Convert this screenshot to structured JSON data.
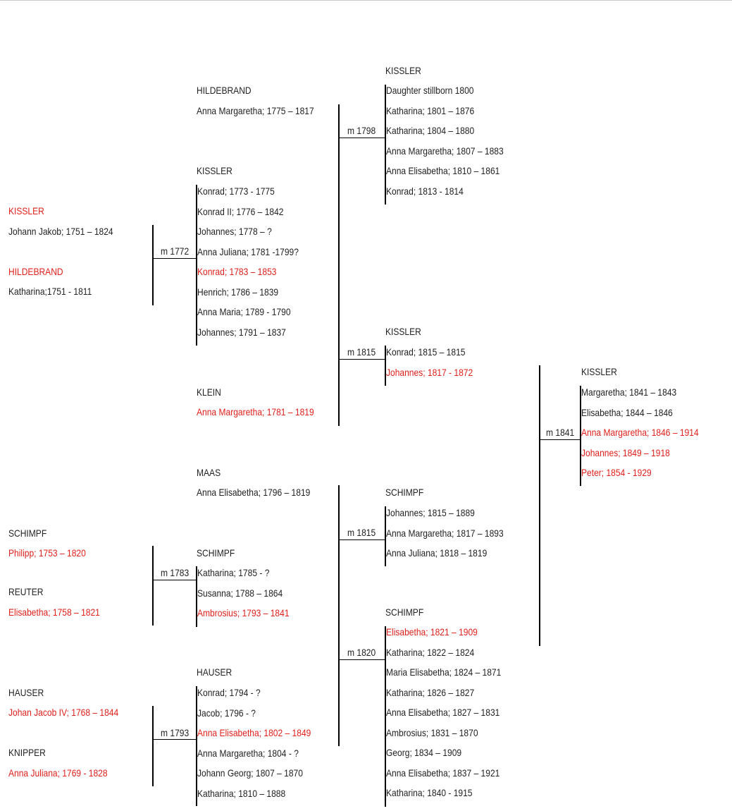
{
  "couples": [
    {
      "id": "kissler1772",
      "husband": {
        "surname": "KISSLER",
        "name": "Johann Jakob; 1751 – 1824",
        "surname_hl": true,
        "name_hl": false
      },
      "wife": {
        "surname": "HILDEBRAND",
        "name": "Katharina;1751 - 1811",
        "surname_hl": true,
        "name_hl": false
      },
      "marriage": "m 1772",
      "children_surname": "KISSLER",
      "children": [
        {
          "text": "Konrad; 1773 - 1775",
          "hl": false
        },
        {
          "text": "Konrad II; 1776 – 1842",
          "hl": false
        },
        {
          "text": "Johannes; 1778 – ?",
          "hl": false
        },
        {
          "text": "Anna Juliana; 1781 -1799?",
          "hl": false
        },
        {
          "text": "Konrad; 1783 – 1853",
          "hl": true
        },
        {
          "text": "Henrich; 1786 – 1839",
          "hl": false
        },
        {
          "text": "Anna Maria; 1789 - 1790",
          "hl": false
        },
        {
          "text": "Johannes; 1791 – 1837",
          "hl": false
        }
      ]
    },
    {
      "id": "schimpf1783",
      "husband": {
        "surname": "SCHIMPF",
        "name": "Philipp; 1753 – 1820",
        "surname_hl": false,
        "name_hl": true
      },
      "wife": {
        "surname": "REUTER",
        "name": "Elisabetha; 1758 – 1821",
        "surname_hl": false,
        "name_hl": true
      },
      "marriage": "m 1783",
      "children_surname": "SCHIMPF",
      "children": [
        {
          "text": "Katharina; 1785 - ?",
          "hl": false
        },
        {
          "text": "Susanna; 1788 – 1864",
          "hl": false
        },
        {
          "text": "Ambrosius; 1793 – 1841",
          "hl": true
        }
      ]
    },
    {
      "id": "hauser1793",
      "husband": {
        "surname": "HAUSER",
        "name": "Johan Jacob IV; 1768 – 1844",
        "surname_hl": false,
        "name_hl": true
      },
      "wife": {
        "surname": "KNIPPER",
        "name": "Anna Juliana; 1769 - 1828",
        "surname_hl": false,
        "name_hl": true
      },
      "marriage": "m 1793",
      "children_surname": "HAUSER",
      "children": [
        {
          "text": "Konrad; 1794 - ?",
          "hl": false
        },
        {
          "text": "Jacob; 1796 - ?",
          "hl": false
        },
        {
          "text": "Anna Elisabetha; 1802 – 1849",
          "hl": true
        },
        {
          "text": "Anna Margaretha; 1804 - ?",
          "hl": false
        },
        {
          "text": "Johann Georg; 1807 – 1870",
          "hl": false
        },
        {
          "text": "Katharina; 1810 – 1888",
          "hl": false
        }
      ]
    },
    {
      "id": "konrad_marriages",
      "spouse1": {
        "surname": "HILDEBRAND",
        "name": "Anna Margaretha; 1775 – 1817",
        "name_hl": false
      },
      "spouse2": {
        "surname": "KLEIN",
        "name": "Anna Margaretha; 1781 – 1819",
        "name_hl": true
      },
      "marriage1": "m 1798",
      "marriage2": "m 1815",
      "children1_surname": "KISSLER",
      "children1": [
        {
          "text": "Daughter stillborn 1800",
          "hl": false
        },
        {
          "text": "Katharina; 1801 – 1876",
          "hl": false
        },
        {
          "text": "Katharina; 1804 – 1880",
          "hl": false
        },
        {
          "text": "Anna Margaretha; 1807 – 1883",
          "hl": false
        },
        {
          "text": "Anna Elisabetha; 1810 – 1861",
          "hl": false
        },
        {
          "text": "Konrad; 1813 - 1814",
          "hl": false
        }
      ],
      "children2_surname": "KISSLER",
      "children2": [
        {
          "text": "Konrad; 1815 – 1815",
          "hl": false
        },
        {
          "text": "Johannes; 1817 - 1872",
          "hl": true
        }
      ]
    },
    {
      "id": "ambrosius_marriages",
      "spouse1": {
        "surname": "MAAS",
        "name": "Anna Elisabetha; 1796 – 1819",
        "name_hl": false
      },
      "marriage1": "m 1815",
      "marriage2": "m 1820",
      "children1_surname": "SCHIMPF",
      "children1": [
        {
          "text": "Johannes; 1815 – 1889",
          "hl": false
        },
        {
          "text": "Anna Margaretha; 1817 – 1893",
          "hl": false
        },
        {
          "text": "Anna Juliana; 1818 – 1819",
          "hl": false
        }
      ],
      "children2_surname": "SCHIMPF",
      "children2": [
        {
          "text": "Elisabetha; 1821 – 1909",
          "hl": true
        },
        {
          "text": "Katharina; 1822 – 1824",
          "hl": false
        },
        {
          "text": "Maria Elisabetha; 1824 – 1871",
          "hl": false
        },
        {
          "text": "Katharina; 1826 – 1827",
          "hl": false
        },
        {
          "text": "Anna Elisabetha; 1827 – 1831",
          "hl": false
        },
        {
          "text": "Ambrosius; 1831 – 1870",
          "hl": false
        },
        {
          "text": "Georg; 1834  – 1909",
          "hl": false
        },
        {
          "text": "Anna Elisabetha; 1837 – 1921",
          "hl": false
        },
        {
          "text": "Katharina; 1840 - 1915",
          "hl": false
        }
      ]
    },
    {
      "id": "kissler1841",
      "marriage": "m 1841",
      "children_surname": "KISSLER",
      "children": [
        {
          "text": "Margaretha; 1841 – 1843",
          "hl": false
        },
        {
          "text": "Elisabetha; 1844 – 1846",
          "hl": false
        },
        {
          "text": "Anna Margaretha; 1846 – 1914",
          "hl": true
        },
        {
          "text": "Johannes; 1849 – 1918",
          "hl": true
        },
        {
          "text": "Peter; 1854 - 1929",
          "hl": true
        }
      ]
    }
  ],
  "colors": {
    "highlight": "#e0201b",
    "text": "#222222",
    "line": "#000000"
  }
}
